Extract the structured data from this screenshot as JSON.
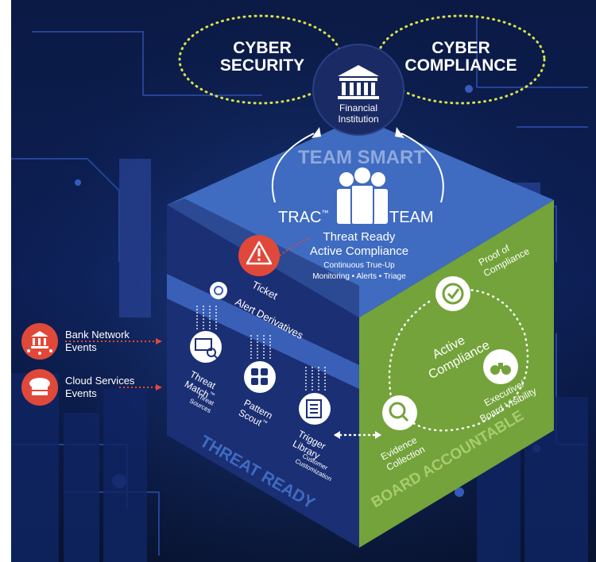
{
  "top": {
    "left_oval": {
      "line1": "CYBER",
      "line2": "SECURITY"
    },
    "right_oval": {
      "line1": "CYBER",
      "line2": "COMPLIANCE"
    },
    "institution": {
      "icon": "bank-icon",
      "line1": "Financial",
      "line2": "Institution"
    }
  },
  "team": {
    "title": "TEAM SMART",
    "trac": "TRAC",
    "trac_tm": "™",
    "team_label": "TEAM",
    "icon": "team-people-icon"
  },
  "threat_ready_block": {
    "line1": "Threat Ready",
    "line2": "Active Compliance",
    "line3": "Continuous True-Up",
    "line4": "Monitoring • Alerts • Triage"
  },
  "ticket": {
    "icon": "warning-icon",
    "label": "Ticket"
  },
  "left_face": {
    "alert_derivatives": "Alert Derivatives",
    "modules": [
      {
        "icon": "threat-match-icon",
        "line1": "Threat",
        "line2": "Match",
        "tm": "™",
        "sub1": "Threat",
        "sub2": "Sources"
      },
      {
        "icon": "pattern-scout-icon",
        "line1": "Pattern",
        "line2": "Scout",
        "tm": "™",
        "sub1": "",
        "sub2": ""
      },
      {
        "icon": "trigger-library-icon",
        "line1": "Trigger",
        "line2": "Library",
        "tm": "",
        "sub1": "Customer",
        "sub2": "Customization"
      }
    ],
    "footer": "THREAT READY"
  },
  "right_face": {
    "center_line1": "Active",
    "center_line2": "Compliance",
    "proof": {
      "icon": "proof-check-icon",
      "line1": "Proof of",
      "line2": "Compliance"
    },
    "executive": {
      "icon": "binoculars-icon",
      "line1": "Executive/",
      "line2": "Board Visibility"
    },
    "evidence": {
      "icon": "magnifier-icon",
      "line1": "Evidence",
      "line2": "Collection"
    },
    "footer": "BOARD ACCOUNTABLE"
  },
  "inputs": [
    {
      "icon": "bank-network-icon",
      "line1": "Bank Network",
      "line2": "Events"
    },
    {
      "icon": "cloud-services-icon",
      "line1": "Cloud Services",
      "line2": "Events"
    }
  ],
  "colors": {
    "bg_dark": "#0a1a3e",
    "top_face": "#3f6bc1",
    "left_face": "#1b2f74",
    "right_face": "#73a33a",
    "accent_red": "#e0483a",
    "oval_yellow": "#d8e24a",
    "circle_navy": "#1a2a64"
  }
}
